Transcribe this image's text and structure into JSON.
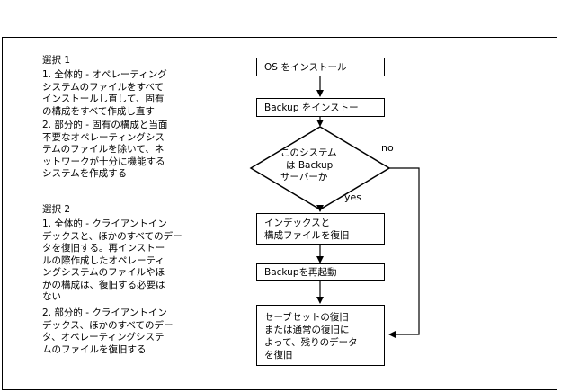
{
  "left_notes": {
    "option1": {
      "heading": "選択 1",
      "item1": [
        "1. 全体的 - オペレーティング",
        "システムのファイルをすべて",
        "インストールし直して、固有",
        "の構成をすべて作成し直す"
      ],
      "item2": [
        "2. 部分的 - 固有の構成と当面",
        "不要なオペレーティングシス",
        "テムのファイルを除いて、ネ",
        "ットワークが十分に機能する",
        "システムを作成する"
      ]
    },
    "option2": {
      "heading": "選択 2",
      "item1": [
        "1. 全体的 - クライアントイン",
        "デックスと、ほかのすべてのデー",
        "タを復旧する。再インストー",
        "ルの際作成したオペレーティ",
        "ングシステムのファイルやほ",
        "かの構成は、復旧する必要は",
        "ない"
      ],
      "item2": [
        "2. 部分的 - クライアントイン",
        "デックス、ほかのすべてのデー",
        "タ、オペレーティングシステ",
        "ムのファイルを復旧する"
      ]
    }
  },
  "flowchart": {
    "step1": "OS をインストール",
    "step2": "Backup をインストー",
    "decision": [
      "このシステム",
      "は Backup",
      "サーバーか"
    ],
    "yes_label": "yes",
    "no_label": "no",
    "step3": [
      "インデックスと",
      "構成ファイルを復旧"
    ],
    "step4": "Backupを再起動",
    "step5": [
      "セーブセットの復旧",
      "または通常の復旧に",
      "よって、残りのデータ",
      "を復旧"
    ]
  }
}
